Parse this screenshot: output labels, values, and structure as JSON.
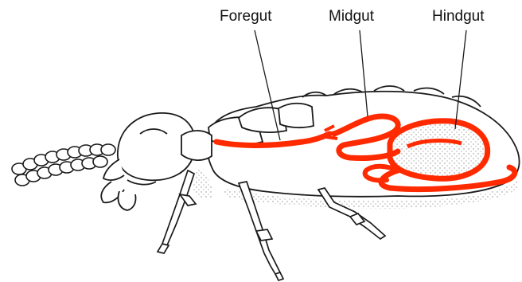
{
  "labels": {
    "foregut": "Foregut",
    "midgut": "Midgut",
    "hindgut": "Hindgut"
  },
  "colors": {
    "gut": "#ff2a00",
    "outline": "#1a1a1a",
    "stipple": "#9a9a9a"
  }
}
